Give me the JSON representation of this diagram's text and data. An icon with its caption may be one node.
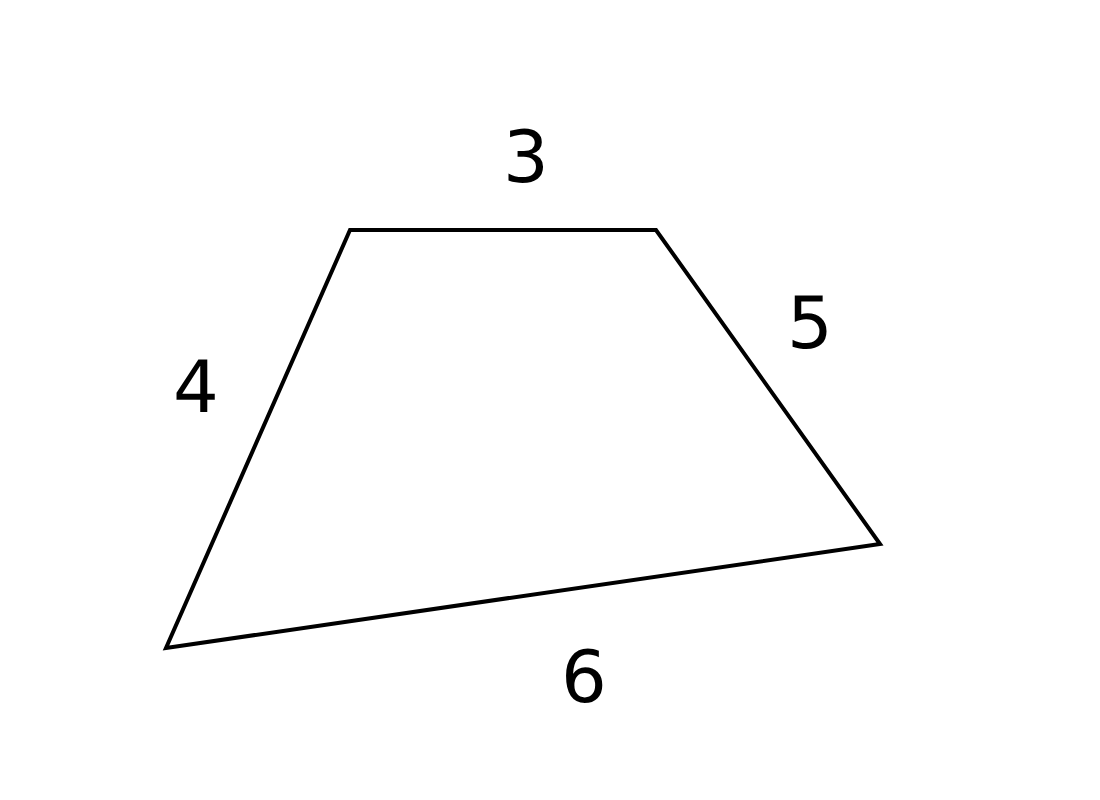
{
  "diagram": {
    "labels": [
      "3",
      "5",
      "4",
      "6"
    ]
  }
}
